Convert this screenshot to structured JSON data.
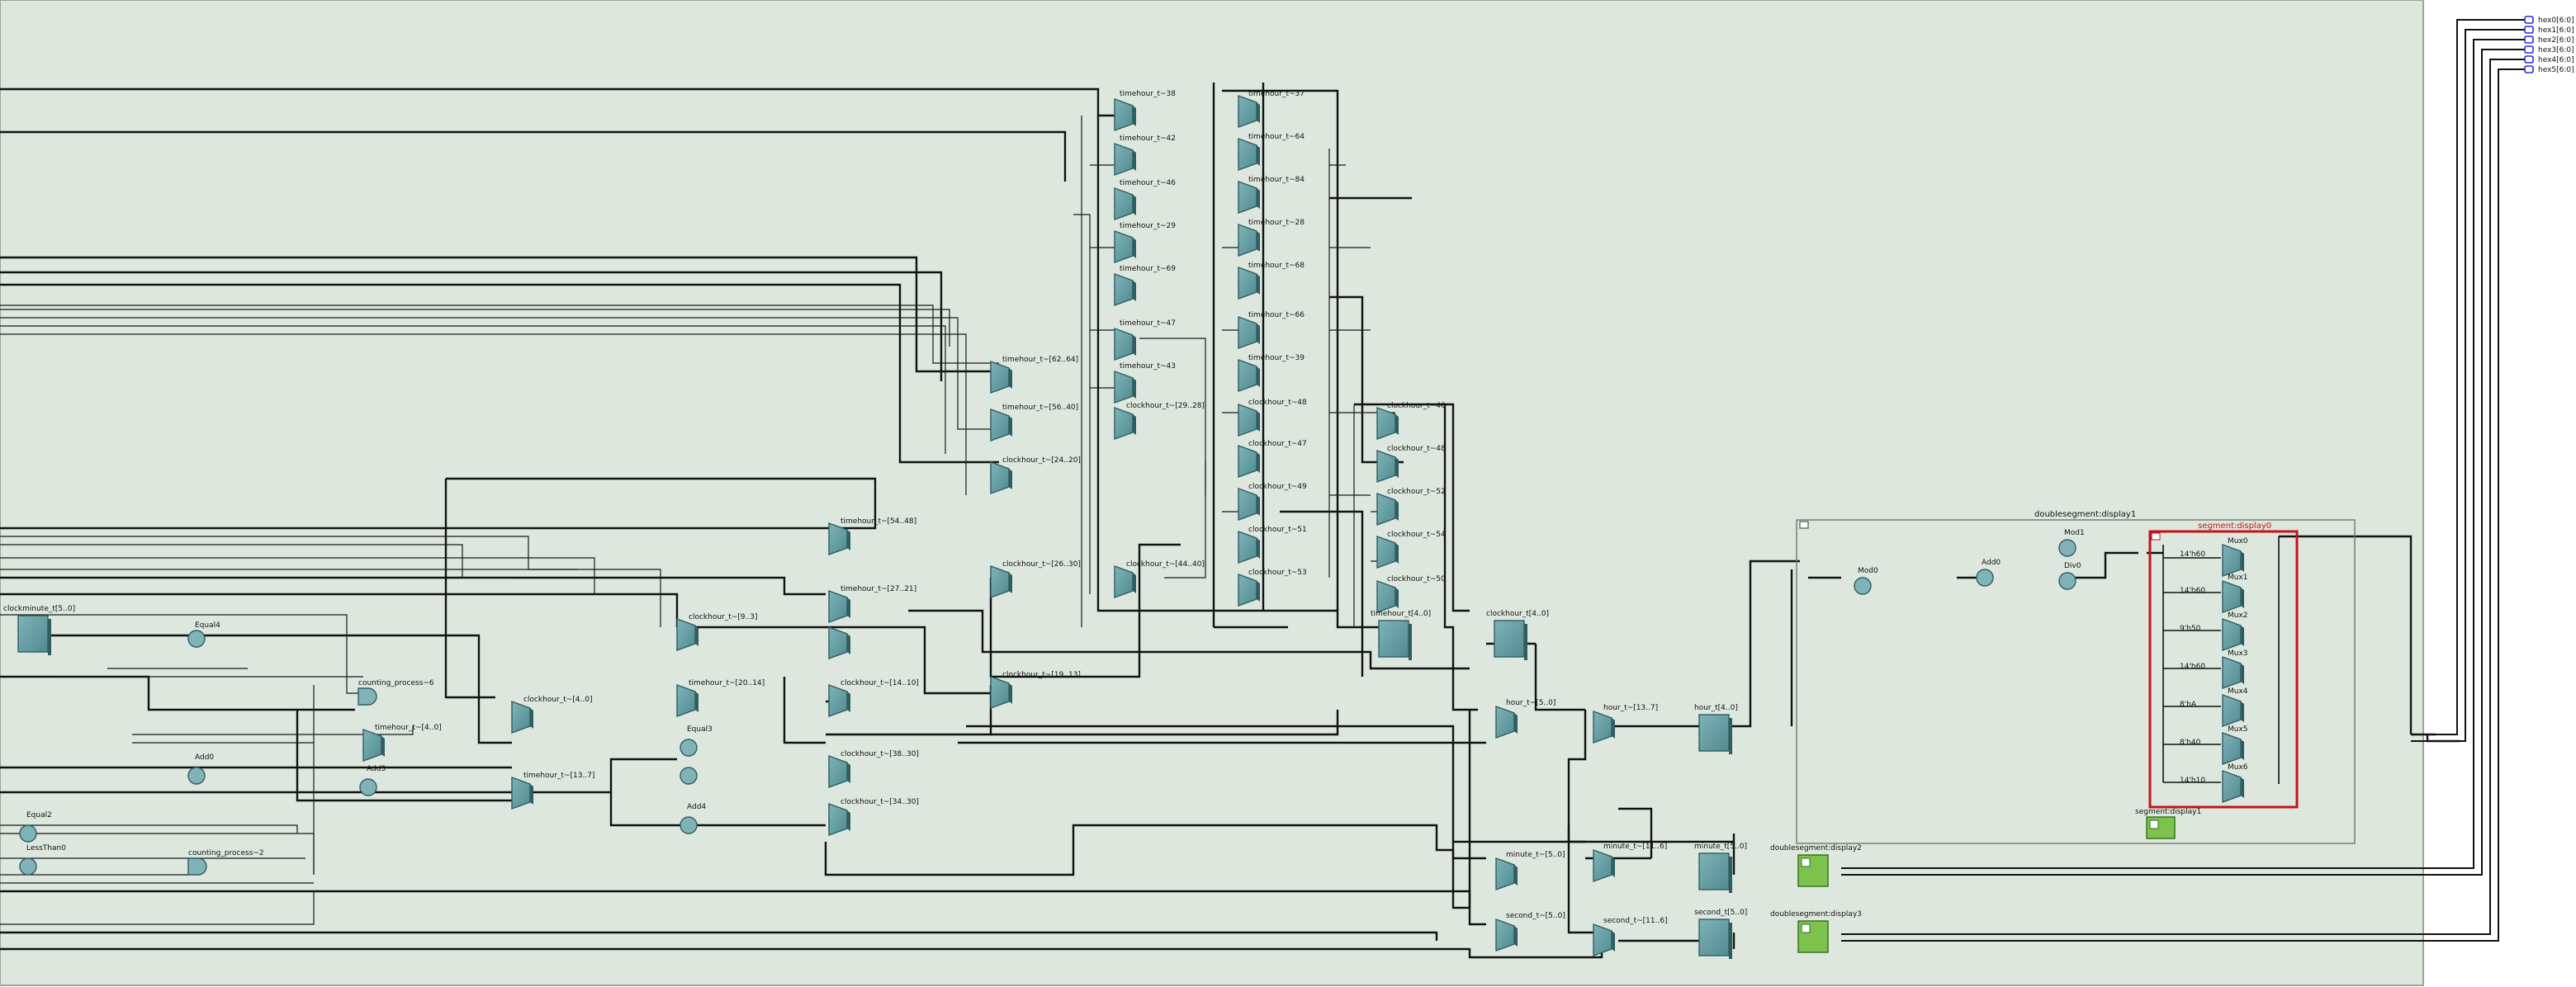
{
  "canvas_title": "",
  "outputs": [
    "hex0[6:0]",
    "hex1[6:0]",
    "hex2[6:0]",
    "hex3[6:0]",
    "hex4[6:0]",
    "hex5[6:0]"
  ],
  "muxes_upper": [
    "timehour_t~38",
    "timehour_t~42",
    "timehour_t~46",
    "timehour_t~29",
    "timehour_t~69",
    "timehour_t~47",
    "timehour_t~43"
  ],
  "muxes_right": [
    "timehour_t~37",
    "timehour_t~64",
    "timehour_t~84",
    "timehour_t~28",
    "timehour_t~68",
    "timehour_t~66",
    "timehour_t~39"
  ],
  "muxes_clock": [
    "clockhour_t~48",
    "clockhour_t~47",
    "clockhour_t~49",
    "clockhour_t~51",
    "clockhour_t~53"
  ],
  "muxes_clock2": [
    "clockhour_t~46",
    "clockhour_t~48",
    "clockhour_t~52",
    "clockhour_t~54",
    "clockhour_t~50"
  ],
  "mid_muxes": {
    "m1": "timehour_t~[62..64]",
    "m2": "timehour_t~[56..40]",
    "m3": "clockhour_t~[24..20]",
    "m4": "clockhour_t~[29..28]",
    "m5": "clockhour_t~[26..30]",
    "m6": "clockhour_t~[44..40]",
    "m7": "timehour_t~[54..48]",
    "m8": "timehour_t~[27..21]",
    "m9": "clockhour_t~[9..3]",
    "m10": "timehour_t~[20..14]",
    "m11": "clockhour_t~[14..10]",
    "m12": "clockhour_t~[19..13]",
    "m13": "clockhour_t~[4..0]",
    "m14": "timehour_t~[4..0]",
    "m15": "timehour_t~[13..7]",
    "m16": "clockhour_t~[38..30]",
    "m17": "clockhour_t~[34..30]"
  },
  "regs": {
    "clockminute": "clockminute_t[5..0]",
    "timehour": "timehour_t[4..0]",
    "clockhour": "clockhour_t[4..0]",
    "hour_t": "hour_t[4..0]",
    "minute_t": "minute_t[5..0]",
    "second_t": "second_t[5..0]"
  },
  "small_muxes": {
    "hour_a": "hour_t~[5..0]",
    "hour_b": "hour_t~[13..7]",
    "minute_a": "minute_t~[5..0]",
    "minute_b": "minute_t~[11..6]",
    "second_a": "second_t~[5..0]",
    "second_b": "second_t~[11..6]"
  },
  "ops": {
    "equal4": "Equal4",
    "equal3": "Equal3",
    "add0": "Add0",
    "add3": "Add3",
    "add4": "Add4",
    "lesst": "LessThan0",
    "equal2": "Equal2",
    "counting6": "counting_process~6",
    "counting2": "counting_process~2"
  },
  "display1": {
    "title": "doublesegment:display1",
    "mod0": "Mod0",
    "mod1": "Mod1",
    "add0": "Add0",
    "div0": "Div0",
    "segment_label": "segment:display0",
    "mux_labels": [
      "Mux0",
      "Mux1",
      "Mux2",
      "Mux3",
      "Mux4",
      "Mux5",
      "Mux6"
    ],
    "mux_consts": [
      "14'h60",
      "14'h60",
      "9'h50",
      "14'h60",
      "8'hA",
      "8'h40",
      "14'h10"
    ],
    "segment_small": "segment:display1"
  },
  "display2": {
    "title": "doublesegment:display2"
  },
  "display3": {
    "title": "doublesegment:display3"
  }
}
